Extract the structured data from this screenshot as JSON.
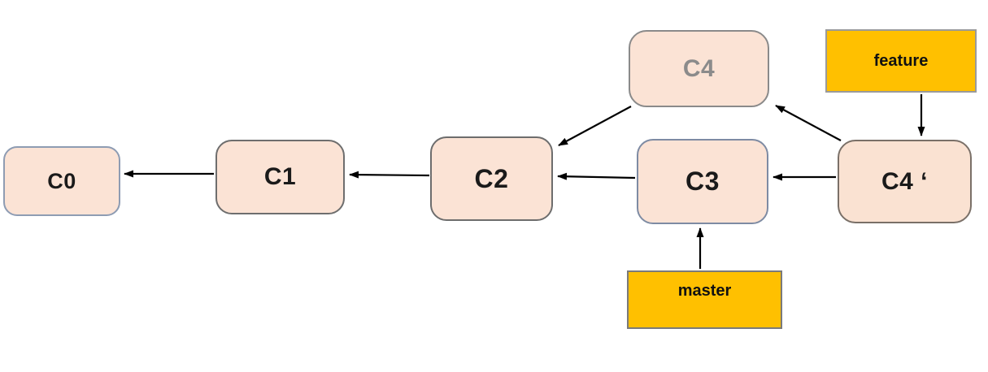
{
  "diagram": {
    "type": "git-commit-graph",
    "nodes": [
      {
        "id": "c0",
        "label": "C0",
        "kind": "commit",
        "fill": "#fbe3d5",
        "border": "#8e9cb3",
        "text_color": "#1a1a1a"
      },
      {
        "id": "c1",
        "label": "C1",
        "kind": "commit",
        "fill": "#fbe3d5",
        "border": "#6e6e6e",
        "text_color": "#1a1a1a"
      },
      {
        "id": "c2",
        "label": "C2",
        "kind": "commit",
        "fill": "#fbe3d5",
        "border": "#6d6d6d",
        "text_color": "#1a1a1a"
      },
      {
        "id": "c3",
        "label": "C3",
        "kind": "commit",
        "fill": "#fbe3d5",
        "border": "#7e8ba3",
        "text_color": "#1a1a1a"
      },
      {
        "id": "c4",
        "label": "C4",
        "kind": "commit",
        "fill": "#fbe3d5",
        "border": "#8a8a8a",
        "text_color": "#8b8b8b"
      },
      {
        "id": "c4p",
        "label": "C4 ‘",
        "kind": "commit",
        "fill": "#fae2d2",
        "border": "#7a7068",
        "text_color": "#1a1a1a"
      }
    ],
    "branch_labels": [
      {
        "id": "feature",
        "label": "feature",
        "fill": "#ffc000",
        "border": "#9a9a9a",
        "points_to": "C4 ‘"
      },
      {
        "id": "master",
        "label": "master",
        "fill": "#ffc000",
        "border": "#7a7a7a",
        "points_to": "C3"
      }
    ],
    "edges": [
      {
        "from": "C1",
        "to": "C0"
      },
      {
        "from": "C2",
        "to": "C1"
      },
      {
        "from": "C3",
        "to": "C2"
      },
      {
        "from": "C4",
        "to": "C2"
      },
      {
        "from": "C4 ‘",
        "to": "C3"
      },
      {
        "from": "C4 ‘",
        "to": "C4"
      },
      {
        "from": "feature",
        "to": "C4 ‘"
      },
      {
        "from": "master",
        "to": "C3"
      }
    ],
    "colors": {
      "commit_fill": "#fbe3d5",
      "branch_fill": "#ffc000",
      "arrow": "#000000",
      "background": "#ffffff",
      "merged_commit_text": "#8b8b8b"
    }
  }
}
